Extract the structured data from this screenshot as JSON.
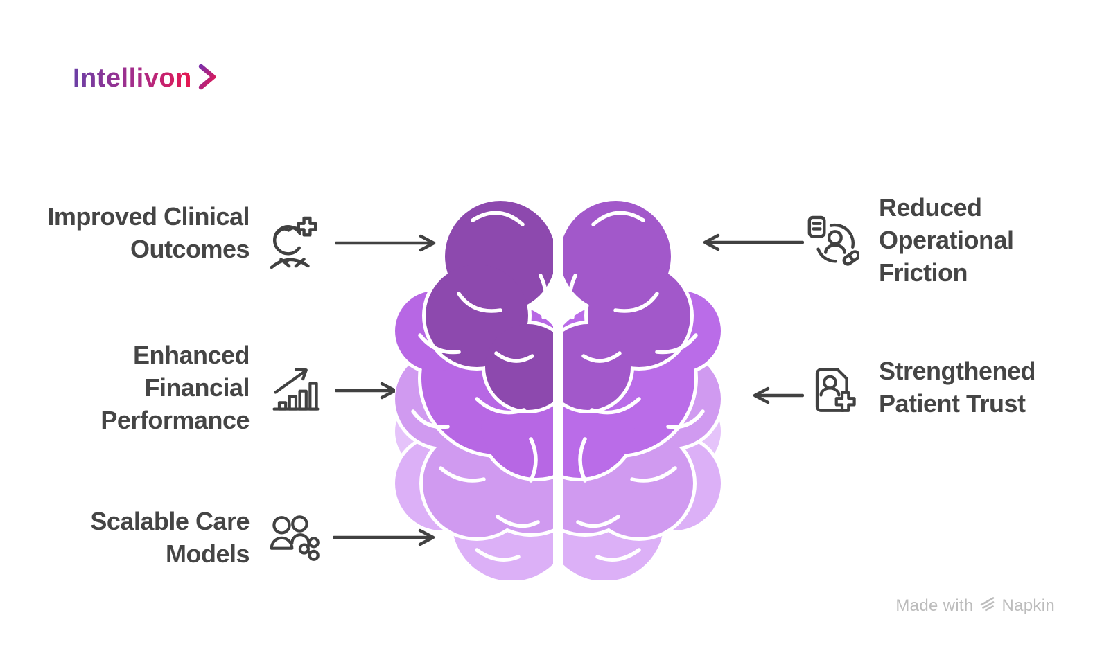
{
  "logo": {
    "text": "Intellivon"
  },
  "left_items": [
    {
      "icon": "patient-plus-icon",
      "lines": [
        "Improved Clinical",
        "Outcomes"
      ]
    },
    {
      "icon": "growth-chart-icon",
      "lines": [
        "Enhanced",
        "Financial",
        "Performance"
      ]
    },
    {
      "icon": "people-network-icon",
      "lines": [
        "Scalable Care",
        "Models"
      ]
    }
  ],
  "right_items": [
    {
      "icon": "patient-care-cycle-icon",
      "lines": [
        "Reduced",
        "Operational",
        "Friction"
      ]
    },
    {
      "icon": "patient-record-plus-icon",
      "lines": [
        "Strengthened",
        "Patient Trust"
      ]
    }
  ],
  "footer": {
    "prefix": "Made with",
    "brand": "Napkin"
  },
  "colors": {
    "text": "#454545",
    "arrow": "#414141",
    "icon": "#414141",
    "footer": "#bcbcbc",
    "logo_gradient_start": "#6b3fa5",
    "logo_gradient_mid": "#a82c89",
    "logo_gradient_end": "#e8174f",
    "brain": {
      "frontal_left": "#8d49ae",
      "frontal_right": "#a258ca",
      "mid_left": "#b767e4",
      "mid_right": "#ba6ce8",
      "light": "#d09af0",
      "lightest": "#dcb0f7",
      "palest": "#e5c3fa",
      "fold": "#ffffff"
    }
  }
}
